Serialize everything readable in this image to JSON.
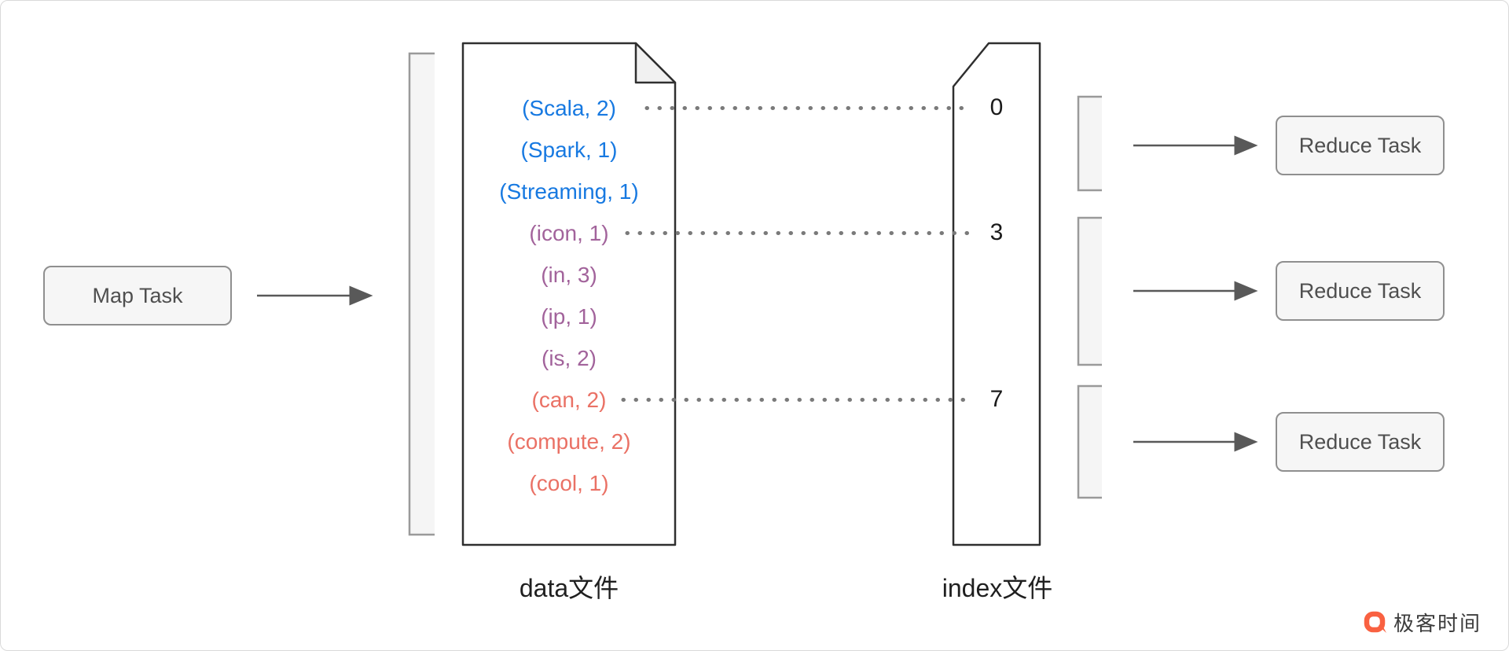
{
  "colors": {
    "blue": "#1779e1",
    "purple": "#a2639b",
    "red": "#ea7165",
    "arrow": "#595959",
    "box_border": "#8f8f8f",
    "box_fill": "#f6f6f6",
    "file_outline": "#2f2f2f",
    "dot": "#7a7a7a",
    "logo_orange": "#f96141"
  },
  "map_task": {
    "label": "Map Task"
  },
  "reduce_tasks": [
    {
      "label": "Reduce Task"
    },
    {
      "label": "Reduce Task"
    },
    {
      "label": "Reduce Task"
    }
  ],
  "data_file": {
    "label": "data文件",
    "entries": [
      {
        "text": "(Scala, 2)",
        "color": "blue"
      },
      {
        "text": "(Spark, 1)",
        "color": "blue"
      },
      {
        "text": "(Streaming, 1)",
        "color": "blue"
      },
      {
        "text": "(icon, 1)",
        "color": "purple"
      },
      {
        "text": "(in, 3)",
        "color": "purple"
      },
      {
        "text": "(ip, 1)",
        "color": "purple"
      },
      {
        "text": "(is, 2)",
        "color": "purple"
      },
      {
        "text": "(can, 2)",
        "color": "red"
      },
      {
        "text": "(compute, 2)",
        "color": "red"
      },
      {
        "text": "(cool, 1)",
        "color": "red"
      }
    ]
  },
  "index_file": {
    "label": "index文件",
    "offsets": [
      "0",
      "3",
      "7"
    ]
  },
  "logo": {
    "text": "极客时间"
  }
}
